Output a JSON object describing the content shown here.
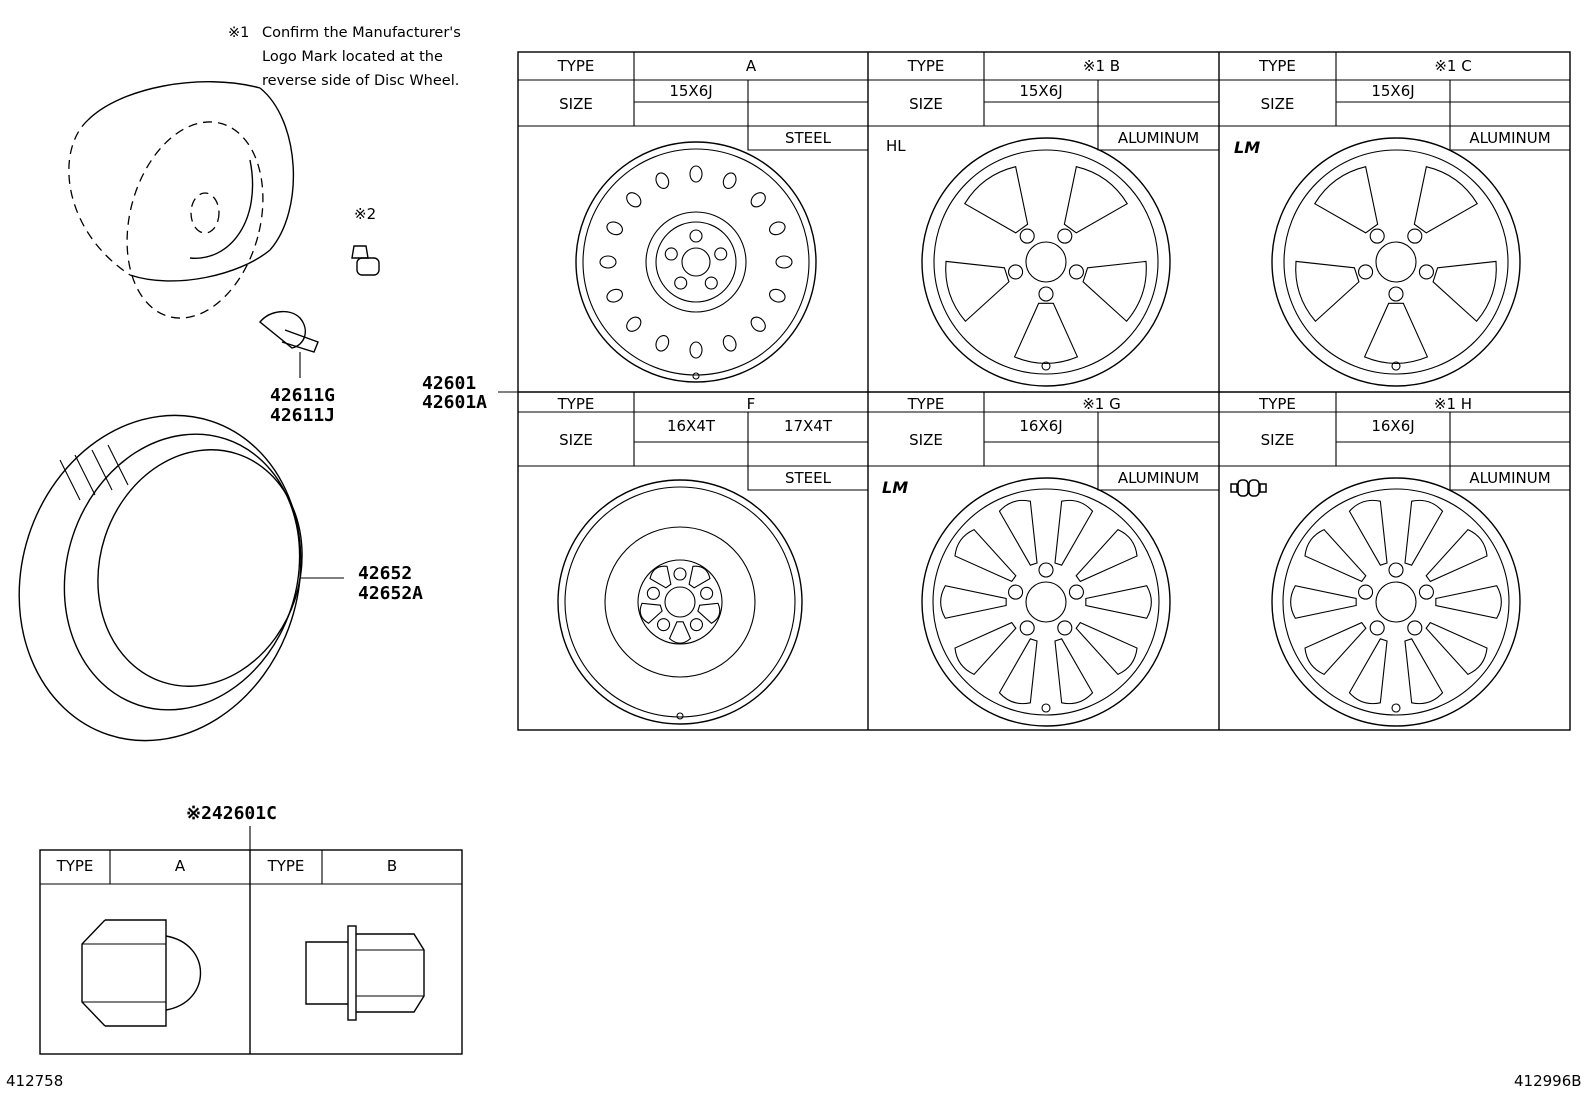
{
  "note": {
    "marker": "※1",
    "lines": [
      "Confirm the Manufacturer's",
      "Logo Mark located at the",
      "reverse side of Disc Wheel."
    ]
  },
  "callouts": {
    "lug_nut_marker": "※2",
    "valve": [
      "42611G",
      "42611J"
    ],
    "tire": [
      "42652",
      "42652A"
    ],
    "wheel": [
      "42601",
      "42601A"
    ],
    "nut": "※242601C"
  },
  "labels": {
    "type": "TYPE",
    "size": "SIZE"
  },
  "wheels": [
    {
      "type": "A",
      "sizes": [
        "15X6J",
        ""
      ],
      "material": "STEEL",
      "mark": ""
    },
    {
      "type": "※1  B",
      "sizes": [
        "15X6J",
        ""
      ],
      "material": "ALUMINUM",
      "mark": "HL"
    },
    {
      "type": "※1  C",
      "sizes": [
        "15X6J",
        ""
      ],
      "material": "ALUMINUM",
      "mark": "LM"
    },
    {
      "type": "F",
      "sizes": [
        "16X4T",
        "17X4T"
      ],
      "material": "STEEL",
      "mark": ""
    },
    {
      "type": "※1  G",
      "sizes": [
        "16X6J",
        ""
      ],
      "material": "ALUMINUM",
      "mark": "LM"
    },
    {
      "type": "※1  H",
      "sizes": [
        "16X6J",
        ""
      ],
      "material": "ALUMINUM",
      "mark": ""
    }
  ],
  "nuts": [
    {
      "type": "A"
    },
    {
      "type": "B"
    }
  ],
  "refs": {
    "left": "412758",
    "right": "412996B"
  }
}
